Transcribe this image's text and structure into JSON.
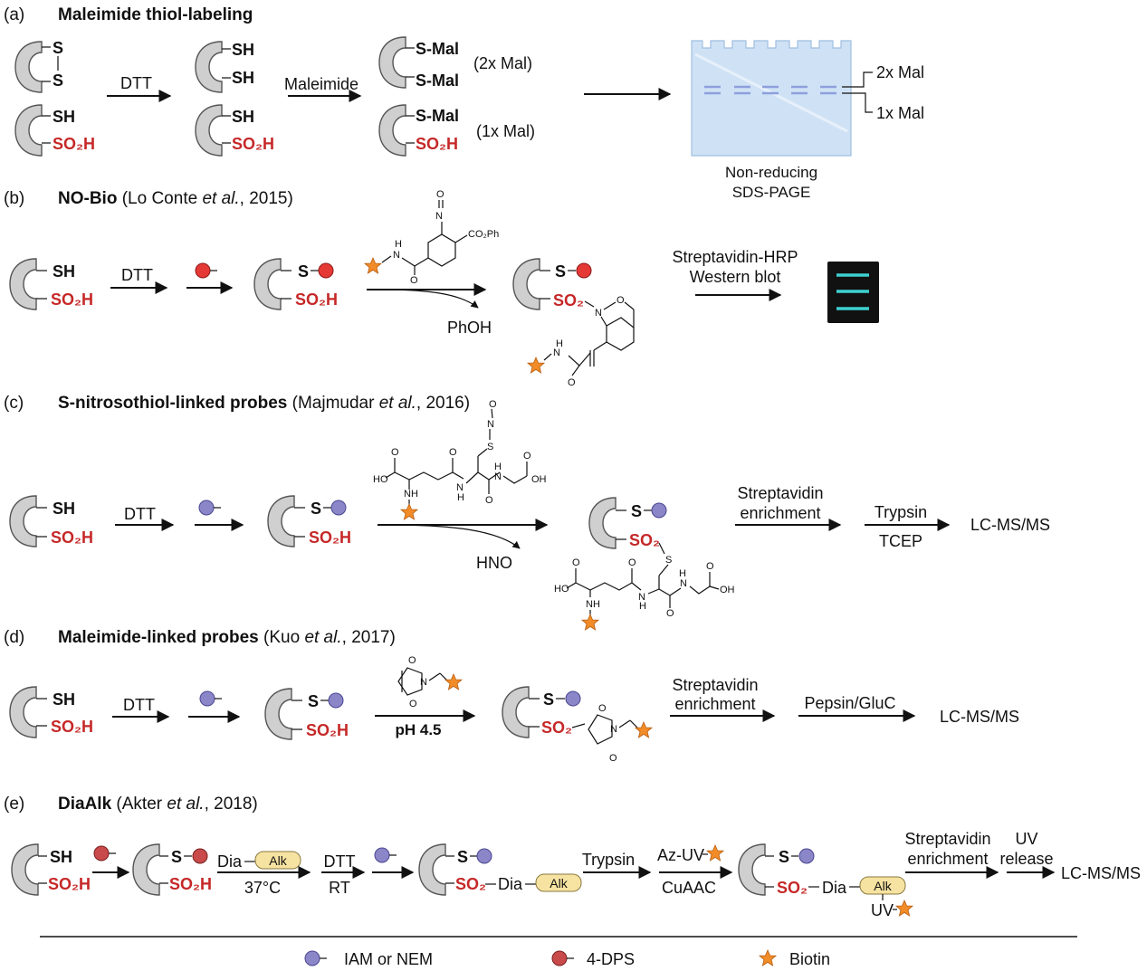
{
  "sections": [
    {
      "letter": "(a)",
      "title": "Maleimide thiol-labeling",
      "cite_pre": "",
      "cite_italic": "",
      "cite_post": ""
    },
    {
      "letter": "(b)",
      "title": "NO-Bio",
      "cite_pre": "(Lo Conte ",
      "cite_italic": "et al.",
      "cite_post": ", 2015)"
    },
    {
      "letter": "(c)",
      "title": "S-nitrosothiol-linked probes",
      "cite_pre": "(Majmudar ",
      "cite_italic": "et al.",
      "cite_post": ", 2016)"
    },
    {
      "letter": "(d)",
      "title": "Maleimide-linked probes",
      "cite_pre": "(Kuo ",
      "cite_italic": "et al.",
      "cite_post": ", 2017)"
    },
    {
      "letter": "(e)",
      "title": "DiaAlk",
      "cite_pre": "(Akter ",
      "cite_italic": "et al.",
      "cite_post": ", 2018)"
    }
  ],
  "groups": {
    "S": "S",
    "SH": "SH",
    "SO2H": "SO₂H",
    "SO2": "SO₂",
    "SMal": "S-Mal"
  },
  "a": {
    "dtt": "DTT",
    "maleimide": "Maleimide",
    "two_mal": "(2x Mal)",
    "one_mal": "(1x Mal)",
    "gel_two": "2x Mal",
    "gel_one": "1x Mal",
    "gel_caption_1": "Non-reducing",
    "gel_caption_2": "SDS-PAGE"
  },
  "b": {
    "dtt": "DTT",
    "phoh": "PhOH",
    "co2ph": "CO₂Ph",
    "n": "N",
    "o": "O",
    "h": "H",
    "detect_1": "Streptavidin-HRP",
    "detect_2": "Western blot"
  },
  "c": {
    "dtt": "DTT",
    "hno": "HNO",
    "enrich_1": "Streptavidin",
    "enrich_2": "enrichment",
    "trypsin": "Trypsin",
    "tcep": "TCEP",
    "lcms": "LC-MS/MS",
    "ho": "HO",
    "oh": "OH",
    "nh": "NH",
    "n": "N",
    "o": "O",
    "h": "H",
    "s": "S"
  },
  "d": {
    "dtt": "DTT",
    "ph": "pH 4.5",
    "enrich_1": "Streptavidin",
    "enrich_2": "enrichment",
    "protease": "Pepsin/GluC",
    "lcms": "LC-MS/MS",
    "n": "N",
    "o": "O"
  },
  "e": {
    "dia": "Dia",
    "alk": "Alk",
    "temp": "37°C",
    "dtt": "DTT",
    "rt": "RT",
    "trypsin": "Trypsin",
    "azuv": "Az-UV",
    "cuaac": "CuAAC",
    "uv": "UV",
    "enrich_1": "Streptavidin",
    "enrich_2": "enrichment",
    "release_1": "UV",
    "release_2": "release",
    "lcms": "LC-MS/MS"
  },
  "legend": [
    {
      "label": "IAM or NEM",
      "symbol": "purple-circle-icon"
    },
    {
      "label": "4-DPS",
      "symbol": "red-circle-icon"
    },
    {
      "label": "Biotin",
      "symbol": "star-icon"
    }
  ],
  "colors": {
    "thiol_red": "#c62828",
    "probe_red": "#e53935",
    "probe_purple": "#8a86c8",
    "biotin": "#f28c28",
    "alk_fill": "#f7e3a1",
    "gel": "#cfe2f5",
    "blot_bg": "#111111",
    "blot_band": "#3fd0cf"
  }
}
